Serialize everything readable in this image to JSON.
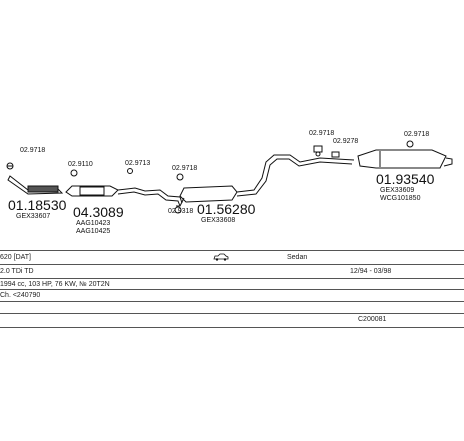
{
  "parts": {
    "p1": {
      "number": "01.18530",
      "code": "GEX33607"
    },
    "p2": {
      "number": "04.3089",
      "code1": "AAG10423",
      "code2": "AAG10425"
    },
    "p3": {
      "number": "01.56280",
      "code": "GEX33608"
    },
    "p4": {
      "number": "01.93540",
      "code1": "GEX33609",
      "code2": "WCG101850"
    }
  },
  "small_labels": {
    "a": "02.9718",
    "b": "02.9110",
    "c": "02.9713",
    "d": "02.9718",
    "e": "02.9718",
    "f": "02.9318",
    "g": "02.9278",
    "h": "02.9718"
  },
  "info": {
    "row1_left": "620 [DAT]",
    "row1_mid": "Sedan",
    "row2_left": "2.0 TDi TD",
    "row2_right": "12/94 - 03/98",
    "row3_left": "1994 cc, 103 HP, 76 KW, № 20T2N",
    "row4_left": "Ch. <240790",
    "row5_right": "C200081"
  }
}
